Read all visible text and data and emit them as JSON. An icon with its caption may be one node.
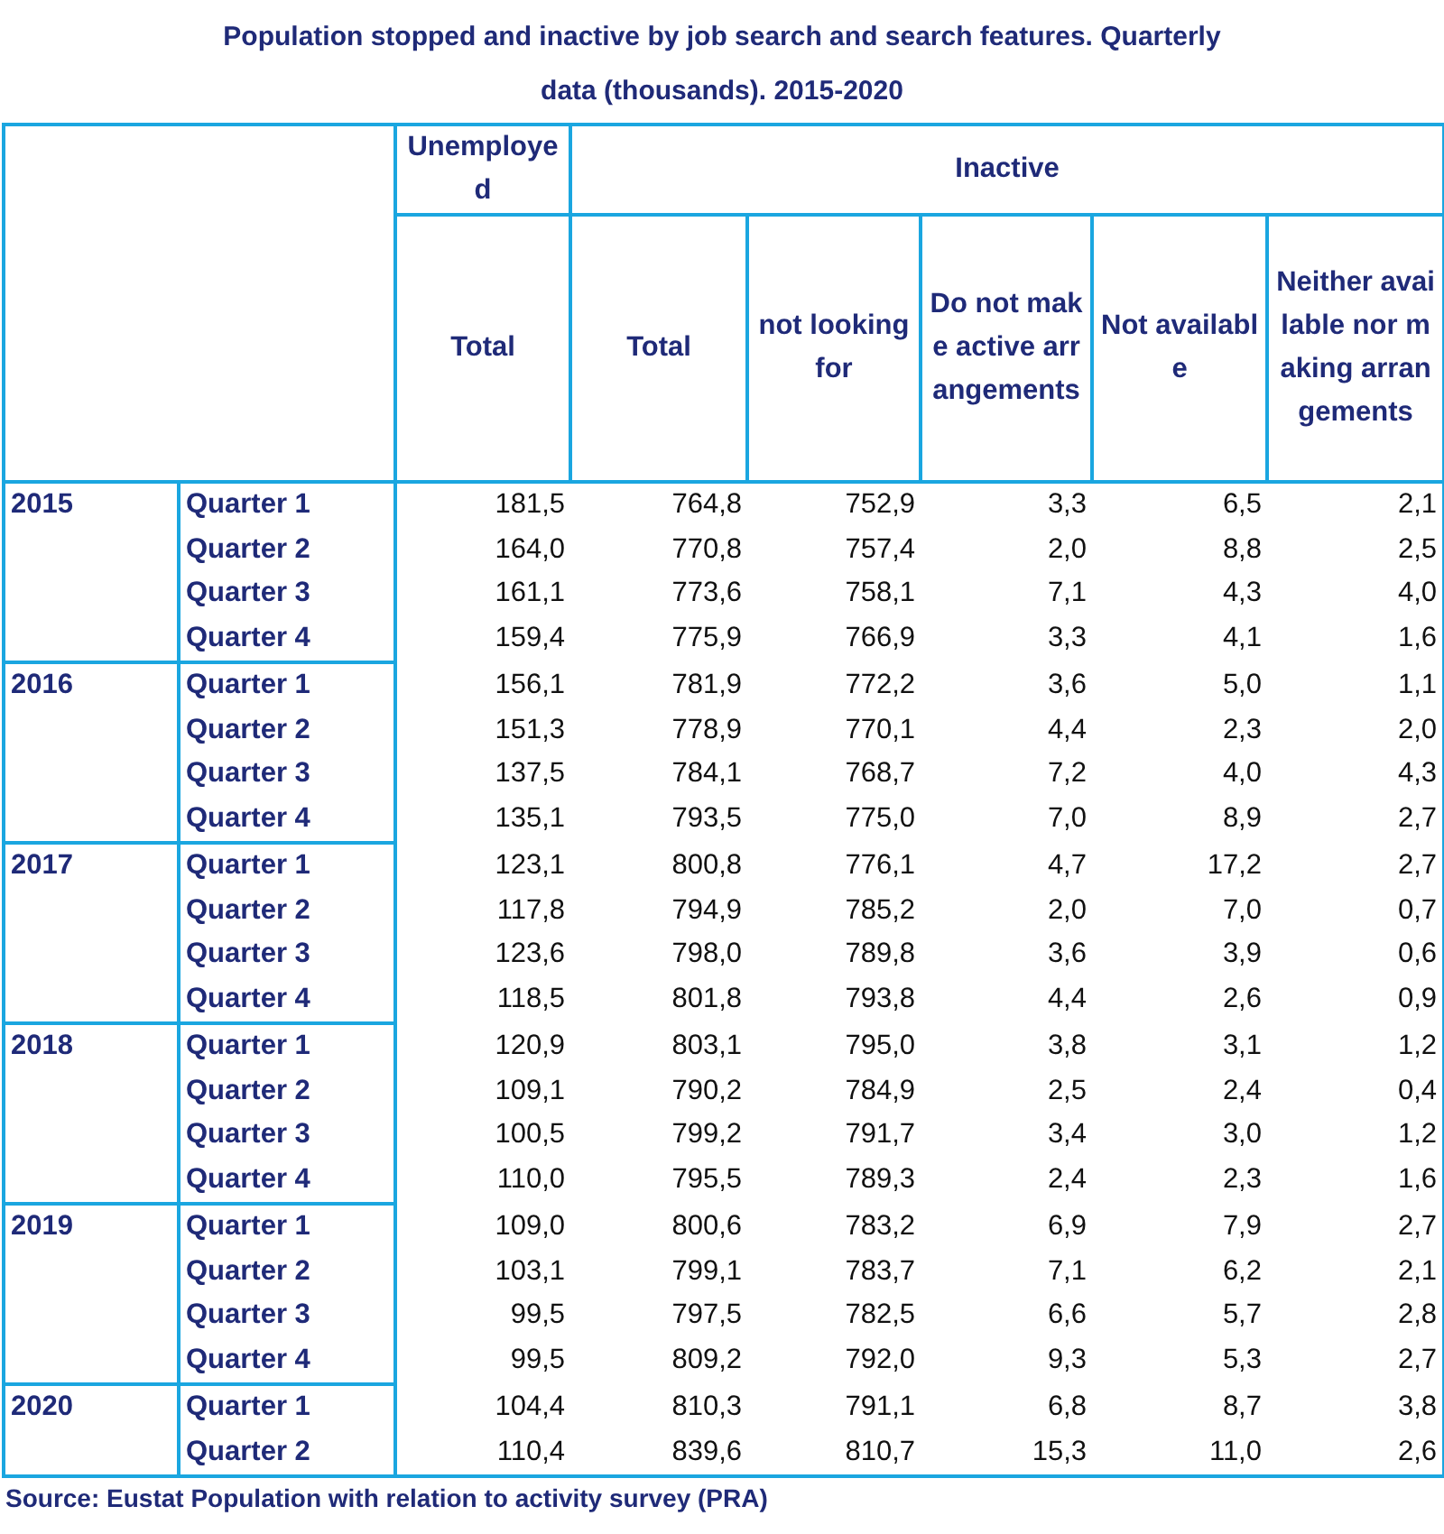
{
  "diagram": {
    "title": "Population stopped and inactive by job search and search features. Quarterly data (thousands). 2015-2020",
    "caption": "Source: Eustat Population with relation to activity survey (PRA)",
    "labels": [
      "Unemployed",
      "Inactive",
      "Total",
      "Total",
      "not looking for",
      "Do not make active arrangements",
      "Not available",
      "Neither available nor making arrangements",
      "2015",
      "Quarter 1",
      "181,5",
      "764,8",
      "752,9",
      "3,3",
      "6,5",
      "2,1",
      "Quarter 2",
      "164,0",
      "770,8",
      "757,4",
      "2,0",
      "8,8",
      "2,5",
      "Quarter 3",
      "161,1",
      "773,6",
      "758,1",
      "7,1",
      "4,3",
      "4,0",
      "Quarter 4",
      "159,4",
      "775,9",
      "766,9",
      "3,3",
      "4,1",
      "1,6",
      "2016",
      "Quarter 1",
      "156,1",
      "781,9",
      "772,2",
      "3,6",
      "5,0",
      "1,1",
      "Quarter 2",
      "151,3",
      "778,9",
      "770,1",
      "4,4",
      "2,3",
      "2,0",
      "Quarter 3",
      "137,5",
      "784,1",
      "768,7",
      "7,2",
      "4,0",
      "4,3",
      "Quarter 4",
      "135,1",
      "793,5",
      "775,0",
      "7,0",
      "8,9",
      "2,7",
      "2017",
      "Quarter 1",
      "123,1",
      "800,8",
      "776,1",
      "4,7",
      "17,2",
      "2,7",
      "Quarter 2",
      "117,8",
      "794,9",
      "785,2",
      "2,0",
      "7,0",
      "0,7",
      "Quarter 3",
      "123,6",
      "798,0",
      "789,8",
      "3,6",
      "3,9",
      "0,6",
      "Quarter 4",
      "118,5",
      "801,8",
      "793,8",
      "4,4",
      "2,6",
      "0,9",
      "2018",
      "Quarter 1",
      "120,9",
      "803,1",
      "795,0",
      "3,8",
      "3,1",
      "1,2",
      "Quarter 2",
      "109,1",
      "790,2",
      "784,9",
      "2,5",
      "2,4",
      "0,4",
      "Quarter 3",
      "100,5",
      "799,2",
      "791,7",
      "3,4",
      "3,0",
      "1,2",
      "Quarter 4",
      "110,0",
      "795,5",
      "789,3",
      "2,4",
      "2,3",
      "1,6",
      "2019",
      "Quarter 1",
      "109,0",
      "800,6",
      "783,2",
      "6,9",
      "7,9",
      "2,7",
      "Quarter 2",
      "103,1",
      "799,1",
      "783,7",
      "7,1",
      "6,2",
      "2,1",
      "Quarter 3",
      "99,5",
      "797,5",
      "782,5",
      "6,6",
      "5,7",
      "2,8",
      "Quarter 4",
      "99,5",
      "809,2",
      "792,0",
      "9,3",
      "5,3",
      "2,7",
      "2020",
      "Quarter 1",
      "104,4",
      "810,3",
      "791,1",
      "6,8",
      "8,7",
      "3,8",
      "Quarter 2",
      "110,4",
      "839,6",
      "810,7",
      "15,3",
      "11,0",
      "2,6"
    ]
  }
}
